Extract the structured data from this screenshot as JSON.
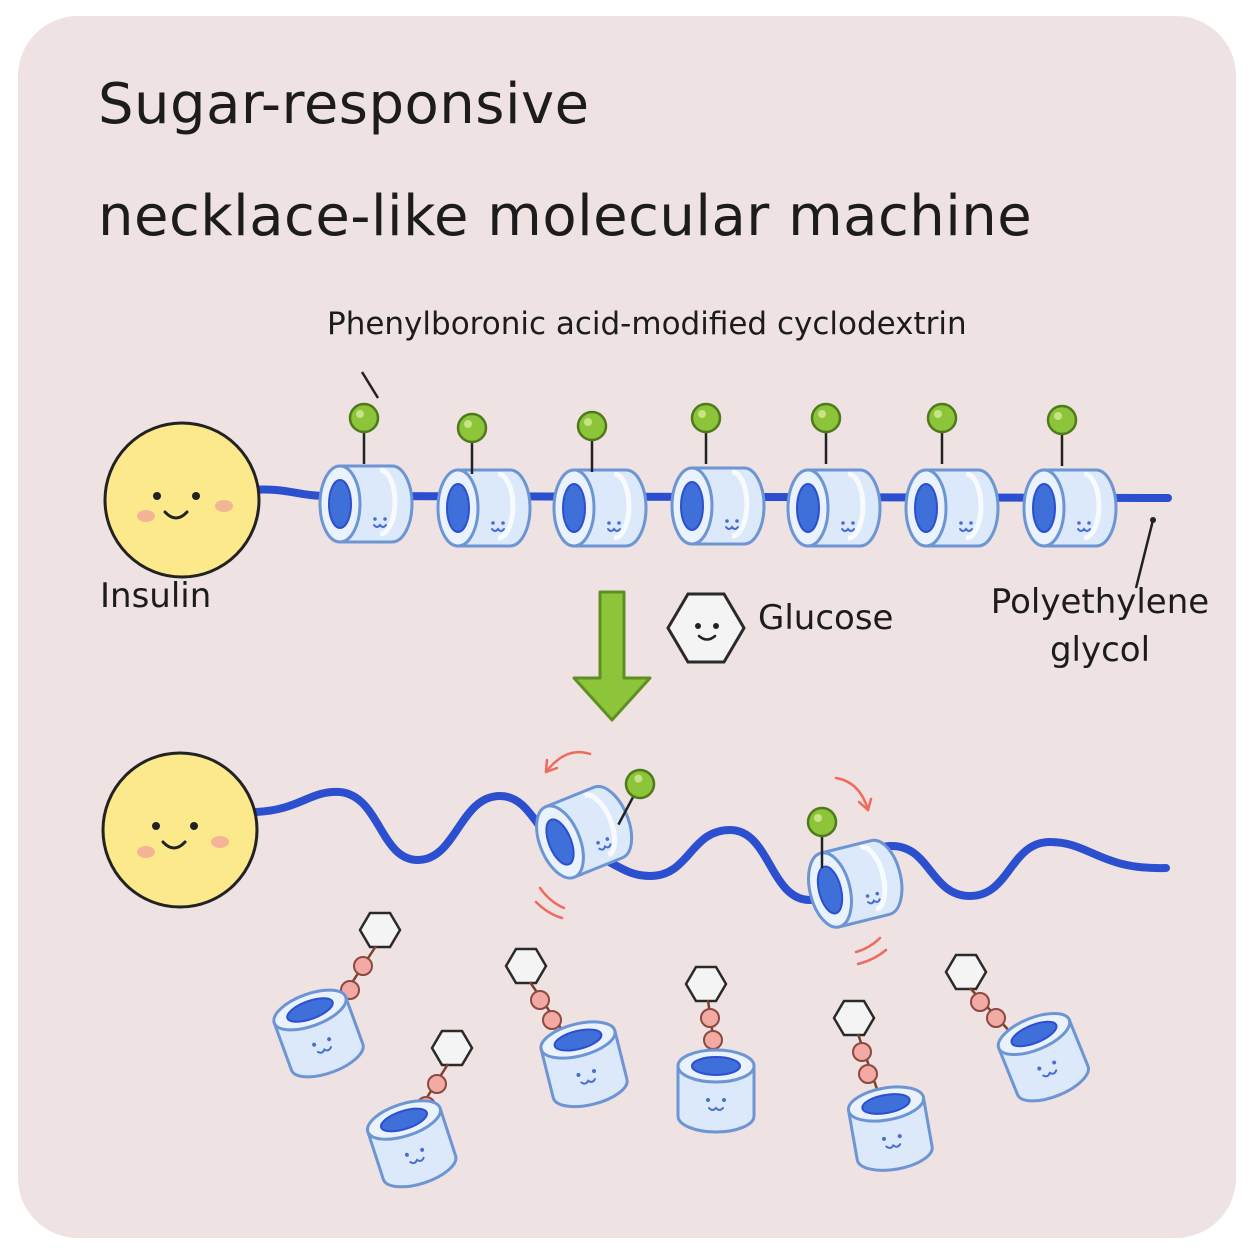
{
  "title": {
    "line1": "Sugar-responsive",
    "line2": "necklace-like molecular machine"
  },
  "labels": {
    "cyclodextrin": "Phenylboronic acid-modified cyclodextrin",
    "insulin": "Insulin",
    "glucose": "Glucose",
    "peg_line1": "Polyethylene",
    "peg_line2": "glycol"
  },
  "colors": {
    "background": "#efe2e2",
    "chain": "#2c4fd0",
    "insulin": "#fbe98c",
    "ring": "#dbe9fb",
    "ring_outline": "#6d95d4",
    "boronic_ball": "#8cc43a",
    "arrow": "#8cc43a",
    "glucose": "#f2f2f2",
    "linker_bead": "#f3a9a4",
    "motion": "#ef6b5e"
  },
  "icons": [
    "insulin-face-icon",
    "cyclodextrin-ring-icon",
    "glucose-hexagon-icon",
    "down-arrow-icon",
    "rotate-arrow-icon"
  ]
}
